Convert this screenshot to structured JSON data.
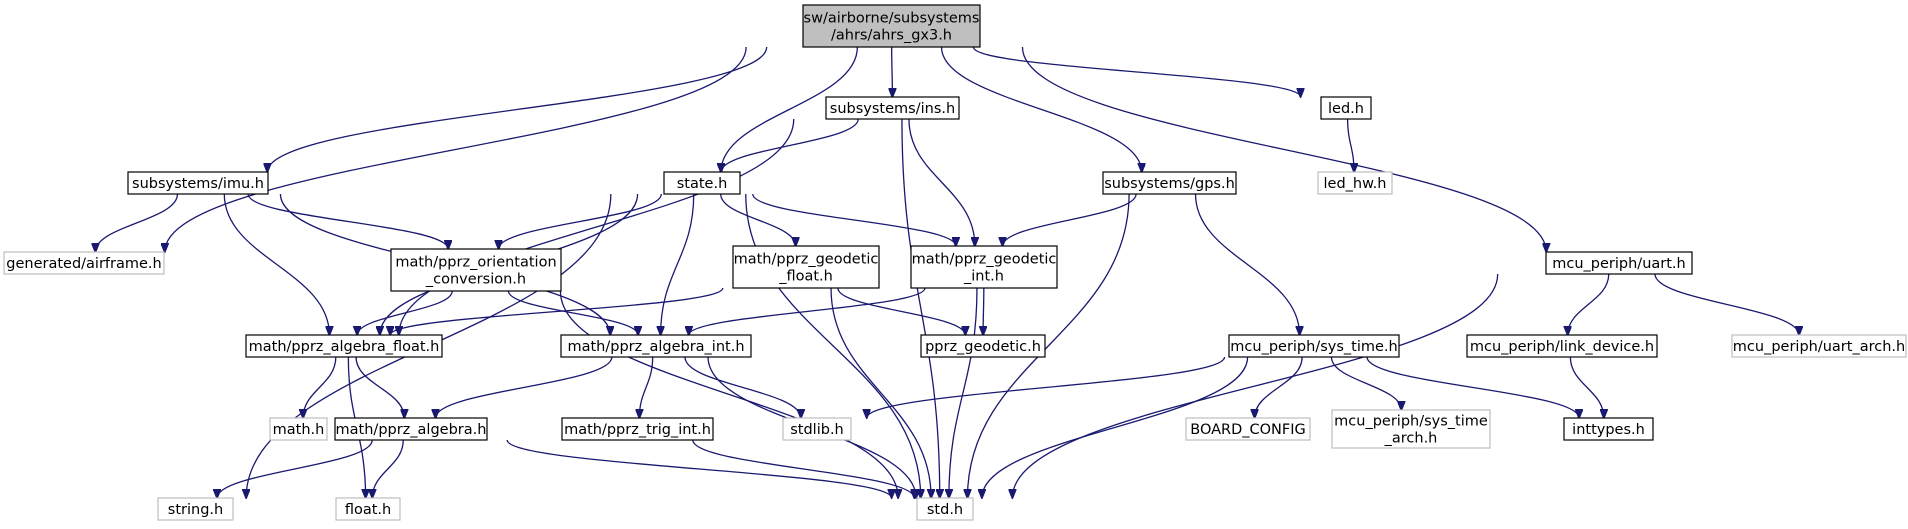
{
  "diagram": {
    "nodes": [
      {
        "id": "ahrs_gx3",
        "lines": [
          "sw/airborne/subsystems",
          "/ahrs/ahrs_gx3.h"
        ],
        "style": "root"
      },
      {
        "id": "ins",
        "lines": [
          "subsystems/ins.h"
        ],
        "style": "normal"
      },
      {
        "id": "led",
        "lines": [
          "led.h"
        ],
        "style": "normal"
      },
      {
        "id": "led_hw",
        "lines": [
          "led_hw.h"
        ],
        "style": "external"
      },
      {
        "id": "imu",
        "lines": [
          "subsystems/imu.h"
        ],
        "style": "normal"
      },
      {
        "id": "state",
        "lines": [
          "state.h"
        ],
        "style": "normal"
      },
      {
        "id": "gps",
        "lines": [
          "subsystems/gps.h"
        ],
        "style": "normal"
      },
      {
        "id": "airframe",
        "lines": [
          "generated/airframe.h"
        ],
        "style": "external"
      },
      {
        "id": "orient",
        "lines": [
          "math/pprz_orientation",
          "_conversion.h"
        ],
        "style": "normal"
      },
      {
        "id": "geo_float",
        "lines": [
          "math/pprz_geodetic",
          "_float.h"
        ],
        "style": "normal"
      },
      {
        "id": "geo_int",
        "lines": [
          "math/pprz_geodetic",
          "_int.h"
        ],
        "style": "normal"
      },
      {
        "id": "uart",
        "lines": [
          "mcu_periph/uart.h"
        ],
        "style": "normal"
      },
      {
        "id": "alg_float",
        "lines": [
          "math/pprz_algebra_float.h"
        ],
        "style": "normal"
      },
      {
        "id": "alg_int",
        "lines": [
          "math/pprz_algebra_int.h"
        ],
        "style": "normal"
      },
      {
        "id": "pprz_geodetic",
        "lines": [
          "pprz_geodetic.h"
        ],
        "style": "normal"
      },
      {
        "id": "sys_time",
        "lines": [
          "mcu_periph/sys_time.h"
        ],
        "style": "normal"
      },
      {
        "id": "link_device",
        "lines": [
          "mcu_periph/link_device.h"
        ],
        "style": "normal"
      },
      {
        "id": "uart_arch",
        "lines": [
          "mcu_periph/uart_arch.h"
        ],
        "style": "external"
      },
      {
        "id": "math_h",
        "lines": [
          "math.h"
        ],
        "style": "external"
      },
      {
        "id": "alg",
        "lines": [
          "math/pprz_algebra.h"
        ],
        "style": "normal"
      },
      {
        "id": "trig_int",
        "lines": [
          "math/pprz_trig_int.h"
        ],
        "style": "normal"
      },
      {
        "id": "stdlib",
        "lines": [
          "stdlib.h"
        ],
        "style": "external"
      },
      {
        "id": "board_config",
        "lines": [
          "BOARD_CONFIG"
        ],
        "style": "external"
      },
      {
        "id": "sys_time_arch",
        "lines": [
          "mcu_periph/sys_time",
          "_arch.h"
        ],
        "style": "external"
      },
      {
        "id": "inttypes",
        "lines": [
          "inttypes.h"
        ],
        "style": "normal"
      },
      {
        "id": "string_h",
        "lines": [
          "string.h"
        ],
        "style": "external"
      },
      {
        "id": "float_h",
        "lines": [
          "float.h"
        ],
        "style": "external"
      },
      {
        "id": "std_h",
        "lines": [
          "std.h"
        ],
        "style": "external"
      }
    ],
    "edges": [
      [
        "ahrs_gx3",
        "airframe"
      ],
      [
        "ahrs_gx3",
        "imu"
      ],
      [
        "ahrs_gx3",
        "state"
      ],
      [
        "ahrs_gx3",
        "ins"
      ],
      [
        "ahrs_gx3",
        "gps"
      ],
      [
        "ahrs_gx3",
        "led"
      ],
      [
        "ahrs_gx3",
        "uart"
      ],
      [
        "led",
        "led_hw"
      ],
      [
        "ins",
        "state"
      ],
      [
        "ins",
        "alg_float"
      ],
      [
        "ins",
        "geo_int"
      ],
      [
        "ins",
        "std_h"
      ],
      [
        "imu",
        "airframe"
      ],
      [
        "imu",
        "alg_float"
      ],
      [
        "imu",
        "orient"
      ],
      [
        "imu",
        "alg_int"
      ],
      [
        "state",
        "string_h"
      ],
      [
        "state",
        "alg_float"
      ],
      [
        "state",
        "orient"
      ],
      [
        "state",
        "alg_int"
      ],
      [
        "state",
        "geo_float"
      ],
      [
        "state",
        "geo_int"
      ],
      [
        "state",
        "std_h"
      ],
      [
        "gps",
        "geo_int"
      ],
      [
        "gps",
        "sys_time"
      ],
      [
        "gps",
        "std_h"
      ],
      [
        "orient",
        "alg_float"
      ],
      [
        "orient",
        "alg_int"
      ],
      [
        "orient",
        "std_h"
      ],
      [
        "geo_float",
        "alg_float"
      ],
      [
        "geo_float",
        "pprz_geodetic"
      ],
      [
        "geo_float",
        "std_h"
      ],
      [
        "geo_int",
        "alg_int"
      ],
      [
        "geo_int",
        "pprz_geodetic"
      ],
      [
        "geo_int",
        "std_h"
      ],
      [
        "uart",
        "link_device"
      ],
      [
        "uart",
        "uart_arch"
      ],
      [
        "uart",
        "std_h"
      ],
      [
        "alg_float",
        "math_h"
      ],
      [
        "alg_float",
        "alg"
      ],
      [
        "alg_float",
        "float_h"
      ],
      [
        "alg_int",
        "alg"
      ],
      [
        "alg_int",
        "trig_int"
      ],
      [
        "alg_int",
        "stdlib"
      ],
      [
        "alg_int",
        "std_h"
      ],
      [
        "alg",
        "string_h"
      ],
      [
        "alg",
        "float_h"
      ],
      [
        "alg",
        "std_h"
      ],
      [
        "trig_int",
        "std_h"
      ],
      [
        "sys_time",
        "stdlib"
      ],
      [
        "sys_time",
        "board_config"
      ],
      [
        "sys_time",
        "sys_time_arch"
      ],
      [
        "sys_time",
        "inttypes"
      ],
      [
        "sys_time",
        "std_h"
      ],
      [
        "link_device",
        "inttypes"
      ]
    ]
  }
}
